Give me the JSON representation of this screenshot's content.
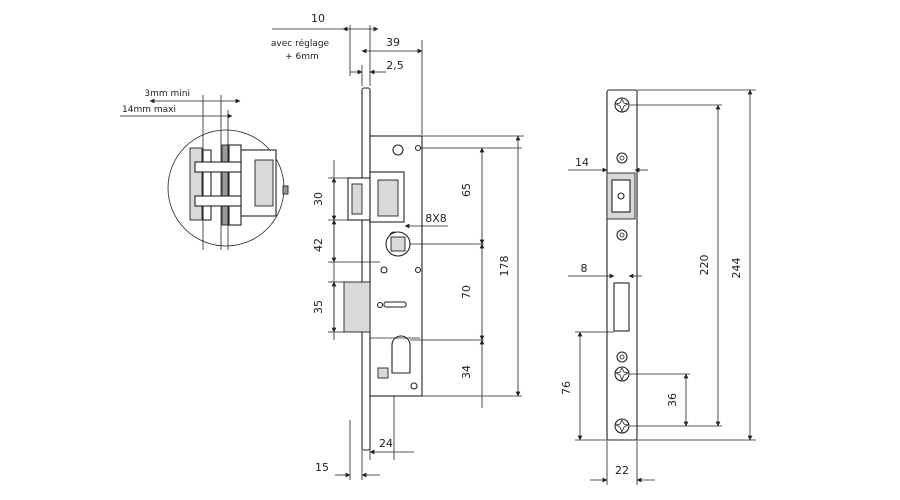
{
  "dims": {
    "d10": "10",
    "adjust_line1": "avec réglage",
    "adjust_line2": "+ 6mm",
    "d39": "39",
    "d25": "2,5",
    "d30": "30",
    "d42": "42",
    "d35": "35",
    "d65": "65",
    "d8x8": "8X8",
    "d178": "178",
    "d70": "70",
    "d34": "34",
    "d24": "24",
    "d15": "15",
    "d3mm": "3mm mini",
    "d14mm": "14mm maxi",
    "d14": "14",
    "d8": "8",
    "d220": "220",
    "d244": "244",
    "d76": "76",
    "d36": "36",
    "d22": "22"
  }
}
